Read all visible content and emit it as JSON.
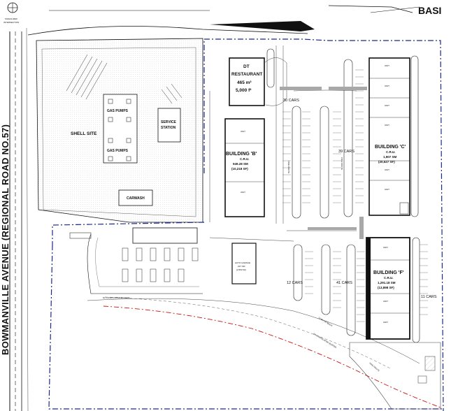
{
  "title_fragment": "BASI",
  "road": {
    "name": "BOWMANVILLE AVENUE (REGIONAL ROAD NO.57)"
  },
  "signal": {
    "label_line1": "SIGNALIZED",
    "label_line2": "INTERSECTION"
  },
  "shell_site": {
    "label": "SHELL SITE",
    "gas_pumps": [
      "GAS PUMPS",
      "GAS PUMPS"
    ],
    "service_station": [
      "SERVICE",
      "STATION"
    ],
    "carwash": "CARWASH"
  },
  "dt_restaurant": {
    "name_line1": "DT",
    "name_line2": "RESTAURANT",
    "area_m2": "465 m²",
    "area_ft2": "5,000 f²"
  },
  "building_b": {
    "name": "BUILDING 'B'",
    "type": "C.R.U.",
    "area_sm": "949.28 SM",
    "area_sf": "(10,218 SF)"
  },
  "building_c": {
    "name": "BUILDING 'C'",
    "type": "C.R.U.",
    "area_sm": "1,907 SM",
    "area_sf": "(20,527 SF)"
  },
  "building_f": {
    "name": "BUILDING 'F'",
    "type": "C.R.U.",
    "area_sm": "1,291.18 SM",
    "area_sf": "(13,898 SF)"
  },
  "parking_counts": [
    "30 CARS",
    "39 CARS",
    "12 CARS",
    "41 CARS",
    "11 CARS"
  ],
  "fire_route_labels": [
    "FIRE ROUTE",
    "FIRE ROUTE",
    "FIRE ROUTE"
  ],
  "buffers": [
    "6m LANDSCAPED BUFFER",
    "6m LANDSCAPED BUFFER"
  ],
  "setback": "14.8m SETBACK",
  "auto_garage": {
    "line1": "AUTO GARAGE",
    "line2": "237 SM",
    "line3": "(2,550 SF)"
  },
  "unit_label": "UNIT",
  "colors": {
    "property_line": "#1a2a8c",
    "buffer_line": "#cc1111",
    "ink": "#111111",
    "hatch": "#9a9a9a"
  }
}
